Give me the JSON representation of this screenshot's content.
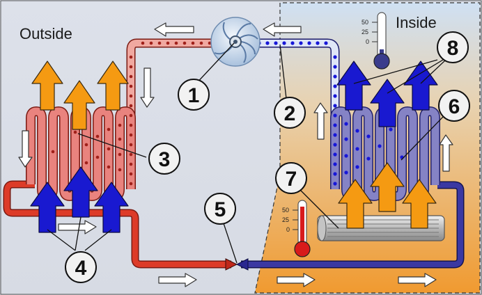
{
  "labels": {
    "outside": "Outside",
    "inside": "Inside"
  },
  "callouts": [
    {
      "id": "1",
      "text": "1"
    },
    {
      "id": "2",
      "text": "2"
    },
    {
      "id": "3",
      "text": "3"
    },
    {
      "id": "4",
      "text": "4"
    },
    {
      "id": "5",
      "text": "5"
    },
    {
      "id": "6",
      "text": "6"
    },
    {
      "id": "7",
      "text": "7"
    },
    {
      "id": "8",
      "text": "8"
    }
  ],
  "thermometer_top": {
    "ticks": [
      "50",
      "25",
      "0"
    ],
    "fill_color": "#3a3c8c",
    "level_fraction": 0.05
  },
  "thermometer_bottom": {
    "ticks": [
      "50",
      "25",
      "0"
    ],
    "fill_color": "#d81b1b",
    "level_fraction": 0.75
  },
  "colors": {
    "outside_bg": "#dde0e8",
    "inside_top": "#cfe0f3",
    "inside_bottom": "#f0a035",
    "hot_pipe": "#d63a2a",
    "hot_coil": "#e88a86",
    "cold_pipe": "#3a37a0",
    "cold_coil": "#8a88c8",
    "blue_arrow": "#1a1ad0",
    "orange_arrow": "#f59a12",
    "hollow_arrow": "#ffffff"
  },
  "icons": [
    "compressor-fan-icon",
    "thermometer-icon",
    "heating-element-icon"
  ]
}
